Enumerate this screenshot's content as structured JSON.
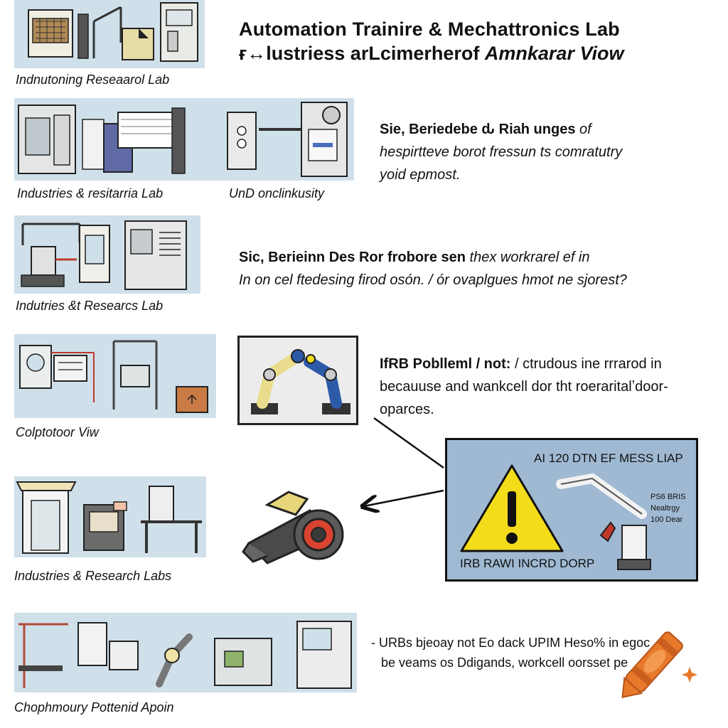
{
  "header": {
    "title": "Automation Trainire & Mechattronics Lab",
    "subtitle_a": "ғ↔lustriess  arLcimerherof",
    "subtitle_b": "Amnkarar Viow"
  },
  "panels": [
    {
      "caption": "Indnutoning Reseaarol Lab"
    },
    {
      "caption_left": "Industries & resitarria Lab",
      "caption_right": "UnD  onclinkusity"
    },
    {
      "caption": "Indutries &t Researcs Lab"
    },
    {
      "caption": "Colptotoor Viw"
    },
    {
      "caption": "Industries & Research Labs"
    },
    {
      "caption": "Chophmoury Pottenid Apoin"
    }
  ],
  "paragraphs": {
    "p1": {
      "lead": "Sie, Beriedebe ԃ Riah unges",
      "lead_it": " of",
      "line2": "hespirtteve borot fressun ts comratutry",
      "line3": "yoid epmost."
    },
    "p2": {
      "lead": "Sic, Berieinn Des Ror frobore sen",
      "lead_it": " thex workrarel ef in",
      "line2": "In on cel ftedesing firod osón. / ór ovaplgues hmot ne sjorest?"
    },
    "p3": {
      "lead": "IfRB Poblleml / not:",
      "lead_rest": " / ctrudous ine rrrarod in",
      "line2": "becauuse and wankcell dor tht roeraritalʼdoor-",
      "line3": "oparces."
    },
    "p4": {
      "line1": "- URBs bjeoay not Eo dack UPIM Heso% in egoc",
      "line2": "be veams os Ddigands,  workcell oorsset pe"
    }
  },
  "warning_sign": {
    "heading": "AI 120 DTN EF MESS LIAP",
    "label_lines": [
      "PS6 BRIS",
      "Nealtrgy",
      "100 Dear"
    ],
    "footer": "IRB RAWI INCRD DORP",
    "colors": {
      "background": "#9fb9d3",
      "triangle": "#f3dc1a",
      "border": "#111111"
    }
  },
  "colors": {
    "panel_bg": "#cfe0ea",
    "crayon": "#e8782a",
    "robot_blue": "#2d5aa8",
    "robot_yellow": "#e9dc8c"
  }
}
